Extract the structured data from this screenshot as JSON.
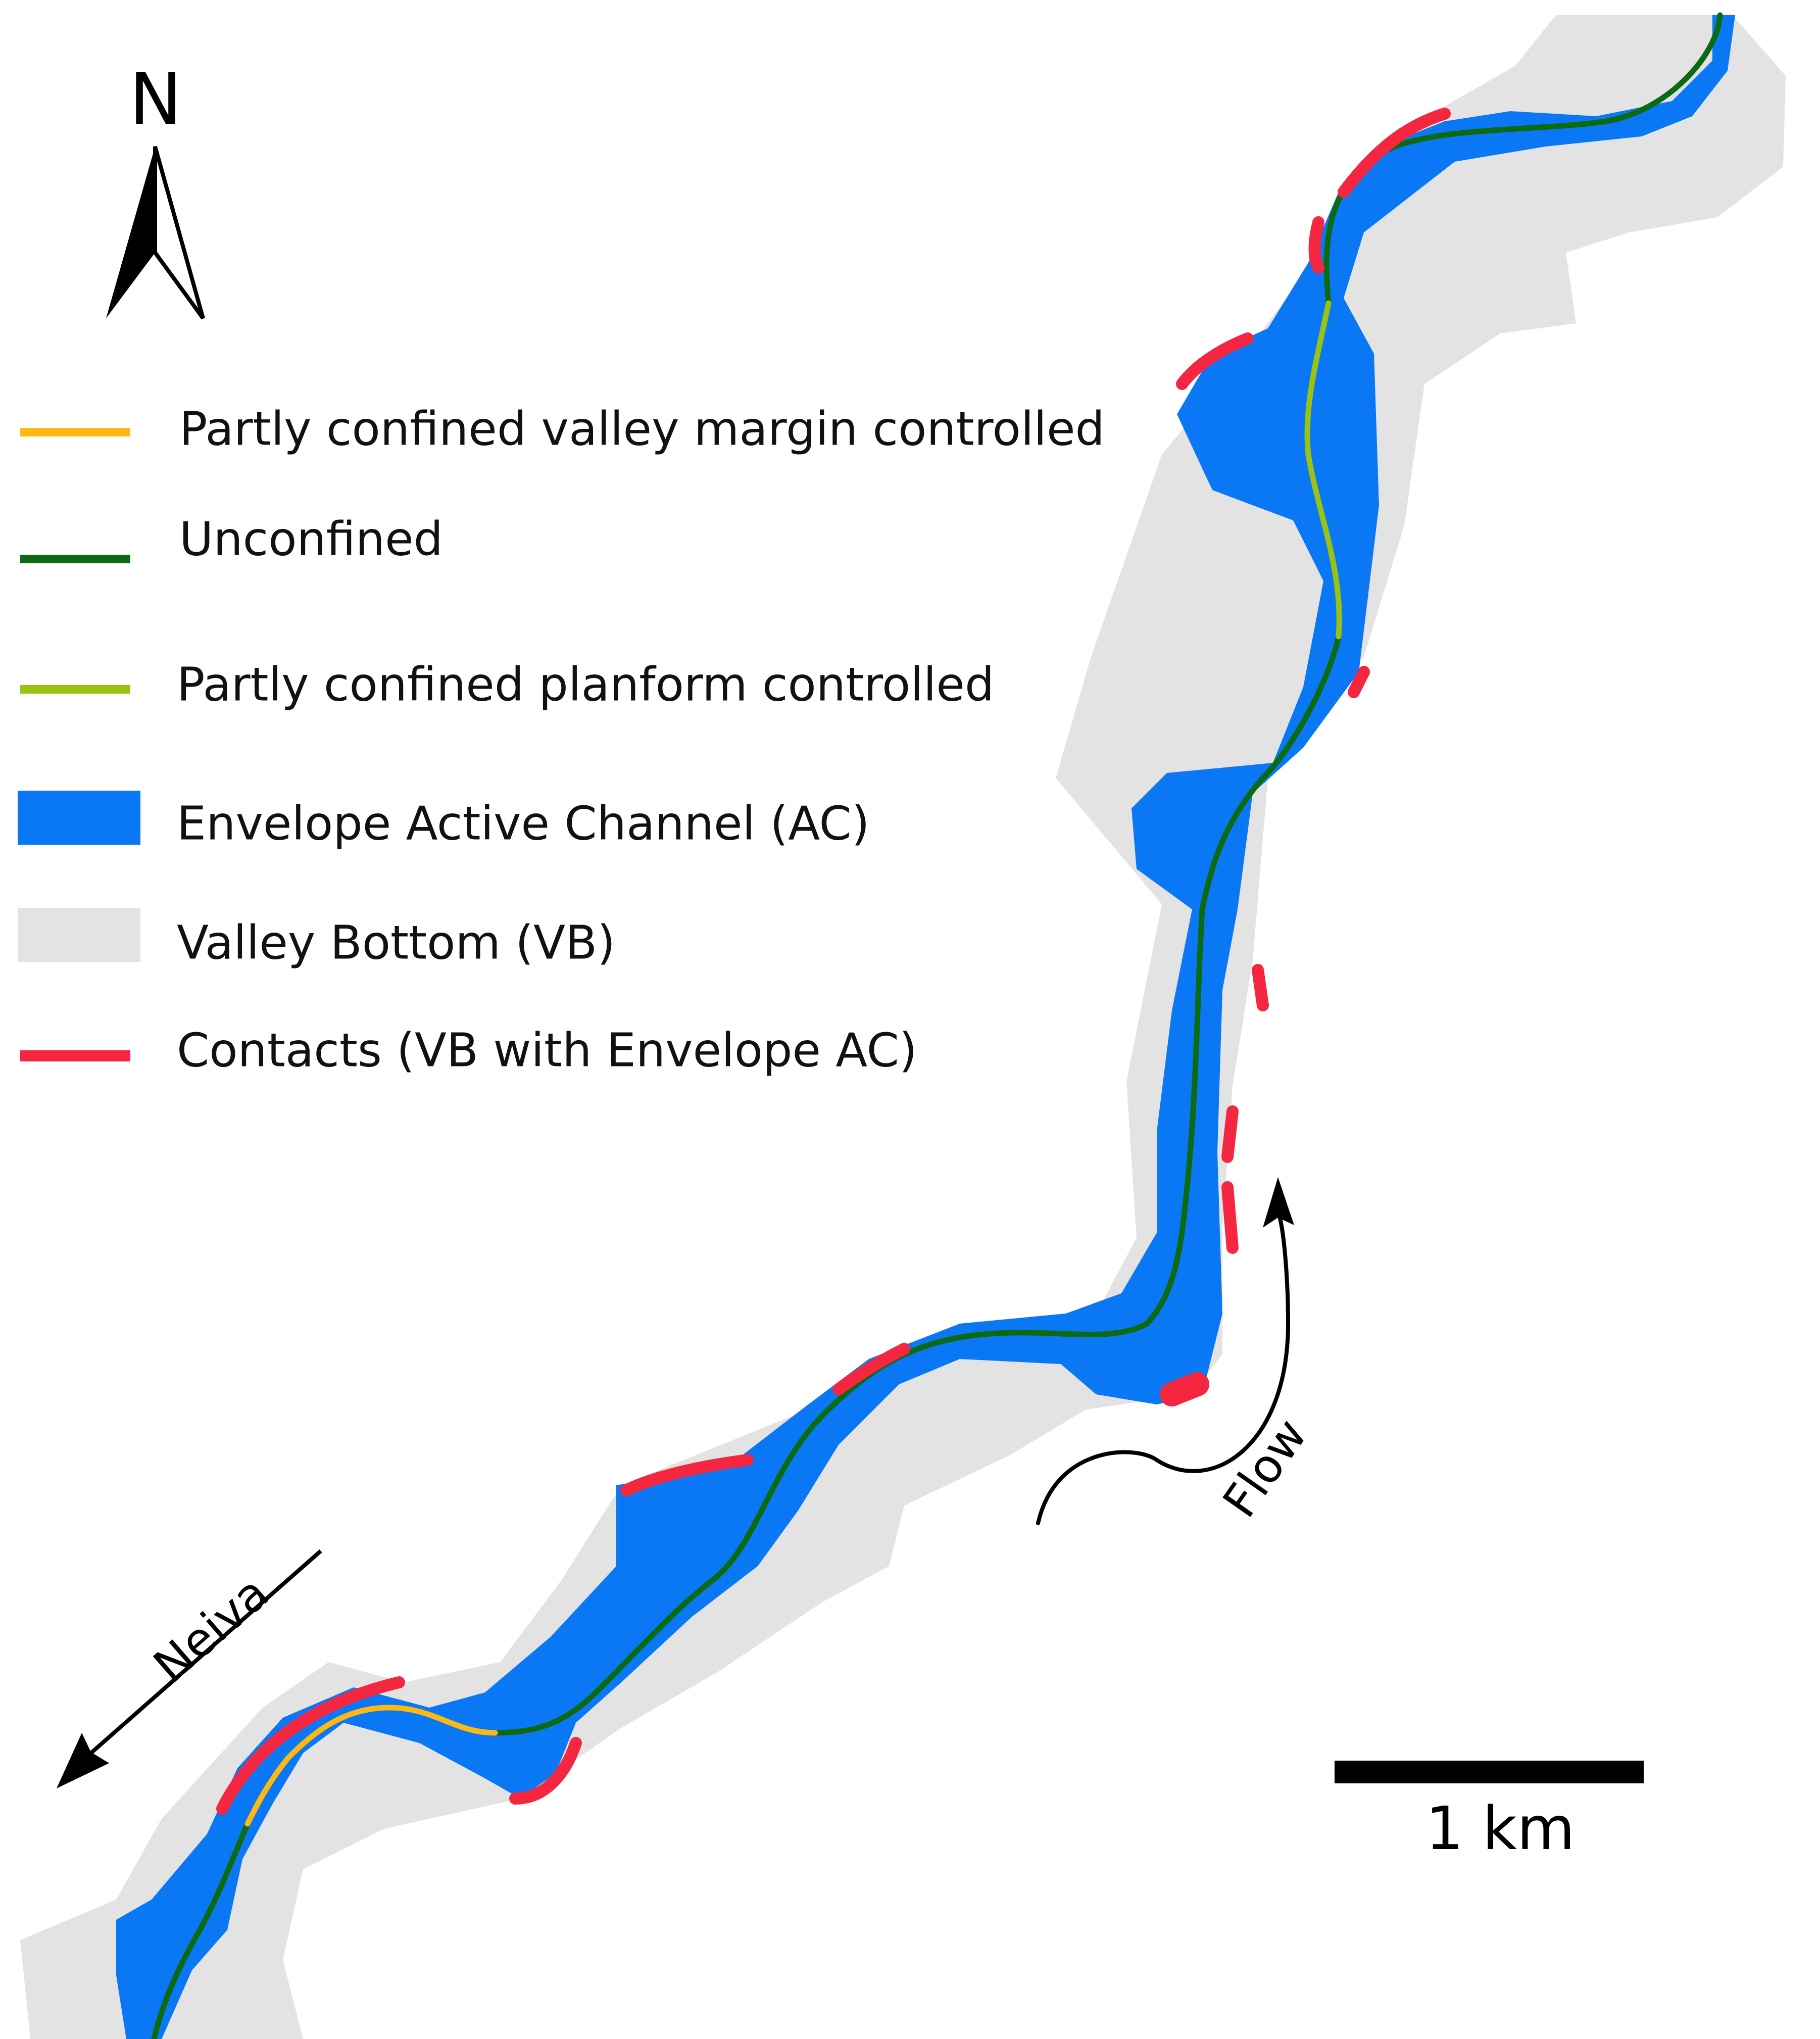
{
  "map": {
    "north_label": "N",
    "scale_label": "1 km",
    "flow_label": "Flow",
    "direction_label": "Neiva"
  },
  "legend": {
    "items": [
      {
        "label": "Partly confined valley margin controlled",
        "color": "#FDB913",
        "kind": "line"
      },
      {
        "label": "Unconfined",
        "color": "#0B6A12",
        "kind": "line"
      },
      {
        "label": "Partly confined planform controlled",
        "color": "#9AC212",
        "kind": "line"
      },
      {
        "label": "Envelope Active Channel  (AC)",
        "color": "#0A78F5",
        "kind": "patch"
      },
      {
        "label": "Valley Bottom (VB)",
        "color": "#E3E3E3",
        "kind": "patch"
      },
      {
        "label": "Contacts  (VB with Envelope AC)",
        "color": "#F5263F",
        "kind": "line"
      }
    ]
  },
  "colors": {
    "valley_bottom": "#E3E3E3",
    "active_channel": "#0A78F5",
    "unconfined": "#0B6A12",
    "planform_controlled": "#9AC212",
    "margin_controlled": "#FDB913",
    "contacts": "#F5263F",
    "ink": "#000000"
  }
}
